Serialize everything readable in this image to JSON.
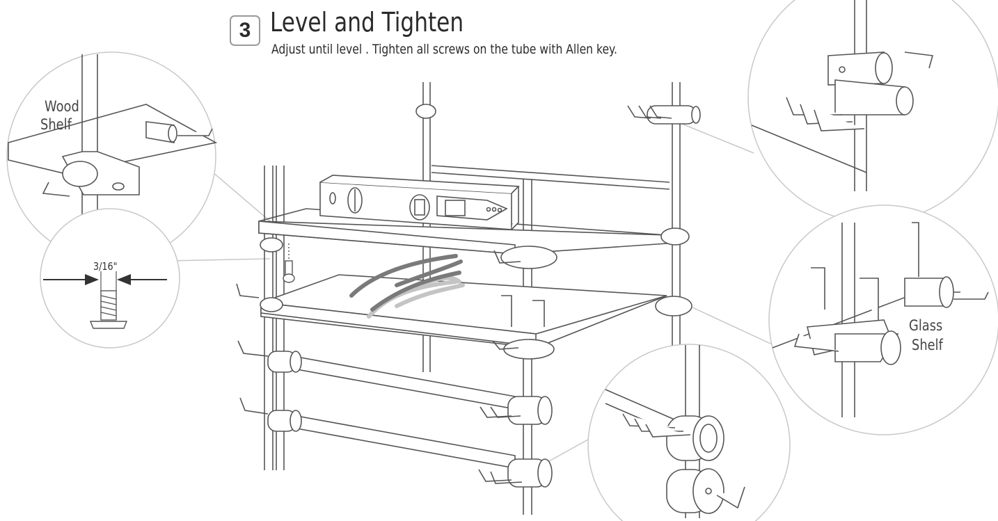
{
  "header": {
    "step_number": "3",
    "title": "Level and Tighten",
    "instruction": "Adjust until level . Tighten all screws on the tube with Allen key."
  },
  "callouts": {
    "wood_shelf_line1": "Wood",
    "wood_shelf_line2": "Shelf",
    "glass_shelf_line1": "Glass",
    "glass_shelf_line2": "Shelf",
    "screw_size": "3/16\""
  },
  "colors": {
    "line": "#555555",
    "light_line": "#bbbbbb",
    "hand_dark": "#7a7a7a",
    "hand_light": "#c4c4c4"
  }
}
